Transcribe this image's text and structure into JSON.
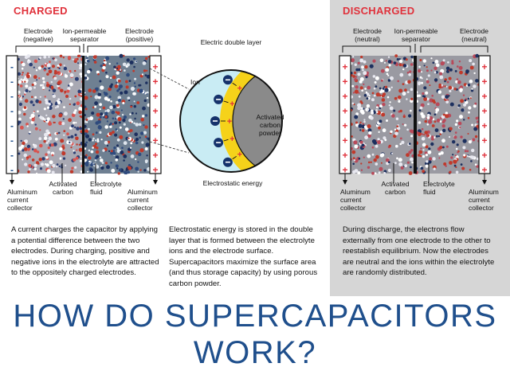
{
  "charged": {
    "title": "CHARGED",
    "electrode_negative": "Electrode\n(negative)",
    "separator": "Ion-permeable\nseparator",
    "electrode_positive": "Electrode\n(positive)",
    "collector_left": "Aluminum\ncurrent\ncollector",
    "activated_carbon": "Activated\ncarbon",
    "electrolyte": "Electrolyte\nfluid",
    "collector_right": "Aluminum\ncurrent\ncollector",
    "description": "A current charges the capacitor by applying a potential difference between the two electrodes. During charging, positive and negative ions in the electrolyte are attracted to the oppositely charged electrodes."
  },
  "zoom": {
    "double_layer": "Electric double layer",
    "ion": "Ion",
    "carbon": "Activated\ncarbon\npowder",
    "energy": "Electrostatic energy",
    "description": "Electrostatic energy is stored in the double layer that is formed between the electrolyte ions and the electrode surface. Supercapacitors maximize the surface area (and thus storage capacity) by using porous carbon powder."
  },
  "discharged": {
    "title": "DISCHARGED",
    "electrode_left": "Electrode\n(neutral)",
    "separator": "Ion-permeable\nseparator",
    "electrode_right": "Electrode\n(neutral)",
    "collector_left": "Aluminum\ncurrent\ncollector",
    "activated_carbon": "Activated\ncarbon",
    "electrolyte": "Electrolyte\nfluid",
    "collector_right": "Aluminum\ncurrent\ncollector",
    "description": "During discharge, the electrons flow externally from one electrode to the other to reestablish equilibrium. Now the electrodes are neutral and the ions within the electrolyte are randomly distributed."
  },
  "headline": "HOW DO SUPERCAPACITORS WORK?",
  "colors": {
    "title_red": "#e0313b",
    "headline_blue": "#1f4f8c",
    "double_layer_yellow": "#f5d21a",
    "ion_navy": "#15326b",
    "zoom_circle": "#c9ecf4",
    "carbon_gray": "#8a8a8a",
    "discharged_panel": "#d6d6d6"
  },
  "icons": [
    "minus-sign-icon",
    "plus-sign-icon",
    "negative-ion-icon",
    "positive-charge-icon"
  ]
}
